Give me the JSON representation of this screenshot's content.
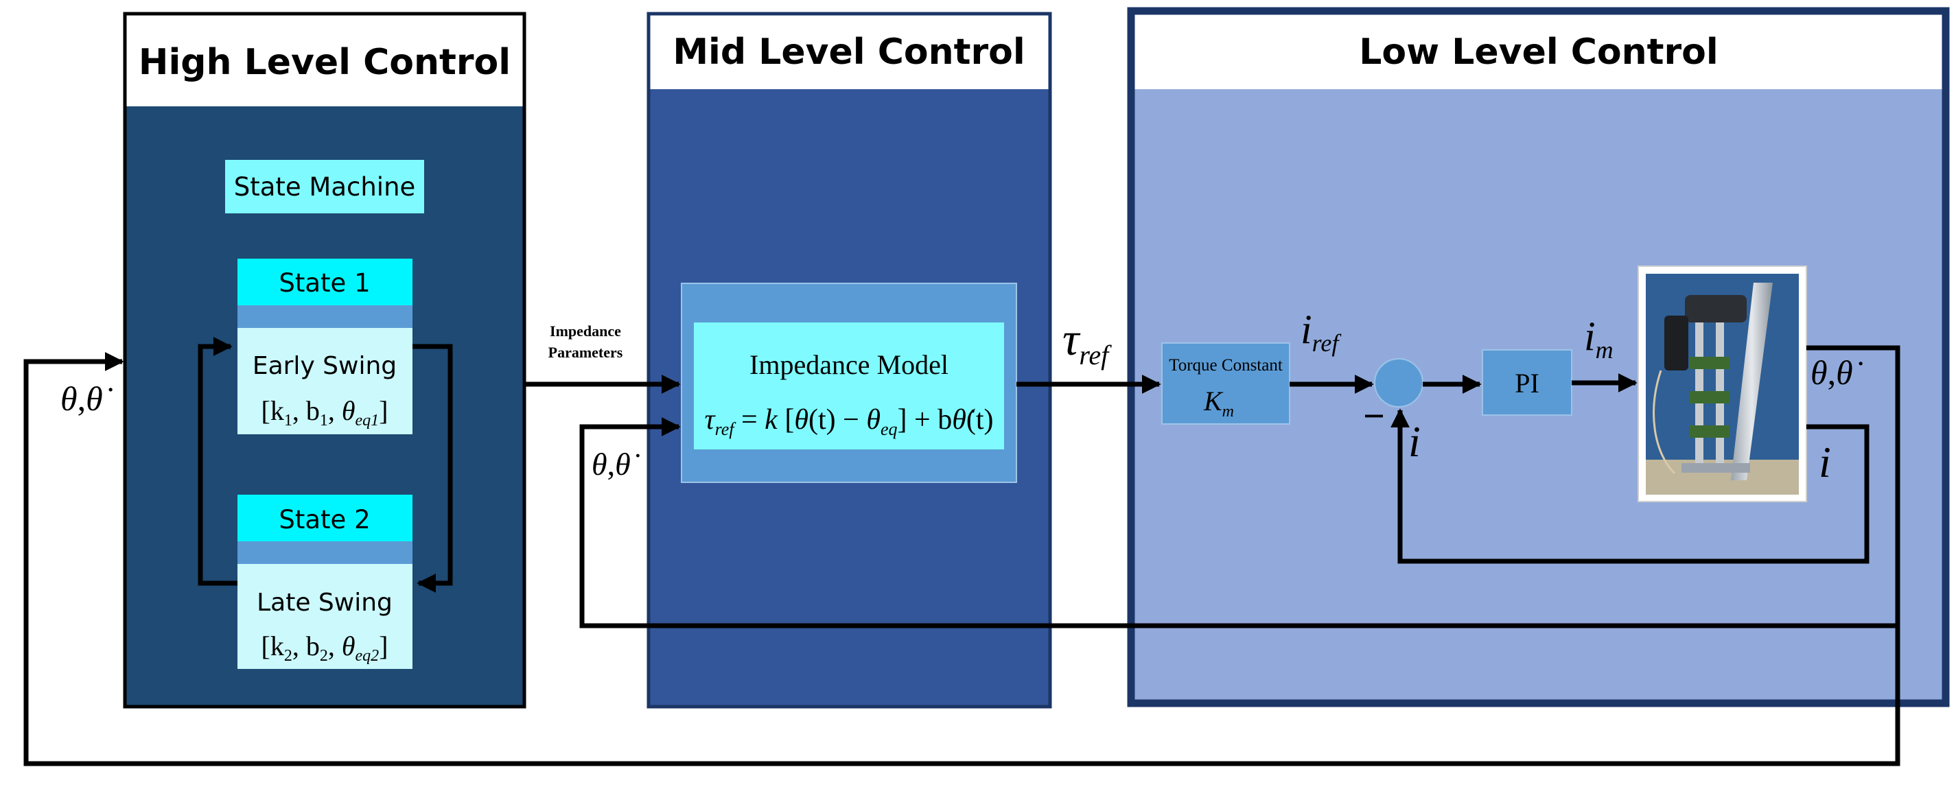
{
  "panels": {
    "high": {
      "title": "High Level Control"
    },
    "mid": {
      "title": "Mid Level Control"
    },
    "low": {
      "title": "Low Level Control"
    }
  },
  "state_machine": {
    "label": "State Machine",
    "state1": {
      "header": "State 1",
      "name": "Early Swing",
      "k": "k",
      "k_sub": "1",
      "b": "b",
      "b_sub": "1",
      "theta": "θ",
      "theta_sub": "eq1"
    },
    "state2": {
      "header": "State 2",
      "name": "Late Swing",
      "k": "k",
      "k_sub": "2",
      "b": "b",
      "b_sub": "2",
      "theta": "θ",
      "theta_sub": "eq2"
    }
  },
  "signals": {
    "impedance_params_line1": "Impedance",
    "impedance_params_line2": "Parameters",
    "theta": "θ",
    "theta_dot": "θ̇",
    "comma": ",",
    "tau": "τ",
    "ref_sub": "ref",
    "i": "i",
    "m_sub": "m",
    "minus": "−"
  },
  "impedance_model": {
    "title": "Impedance Model",
    "tau": "τ",
    "tau_sub": "ref",
    "equals": " = ",
    "k": "k",
    "open": " [",
    "theta_t": "θ",
    "t1": "(t)",
    "minus": " − ",
    "theta_eq": "θ",
    "eq_sub": "eq",
    "close": "] + ",
    "b": "b",
    "theta_dot": "θ̇",
    "t2": "(t)"
  },
  "torque_block": {
    "label": "Torque Constant",
    "symbol": "K",
    "symbol_sub": "m"
  },
  "pi_block": {
    "label": "PI"
  },
  "colors": {
    "high_panel": "#1e4a73",
    "mid_panel": "#33569a",
    "low_panel": "#92aadb",
    "low_border": "#1b3566",
    "cyan": "#00f6ff",
    "state_body": "#ccf9fb",
    "light_cyan": "#7ffbff",
    "steel_blue": "#5b9bd5",
    "summing": "#5b9bd5"
  }
}
